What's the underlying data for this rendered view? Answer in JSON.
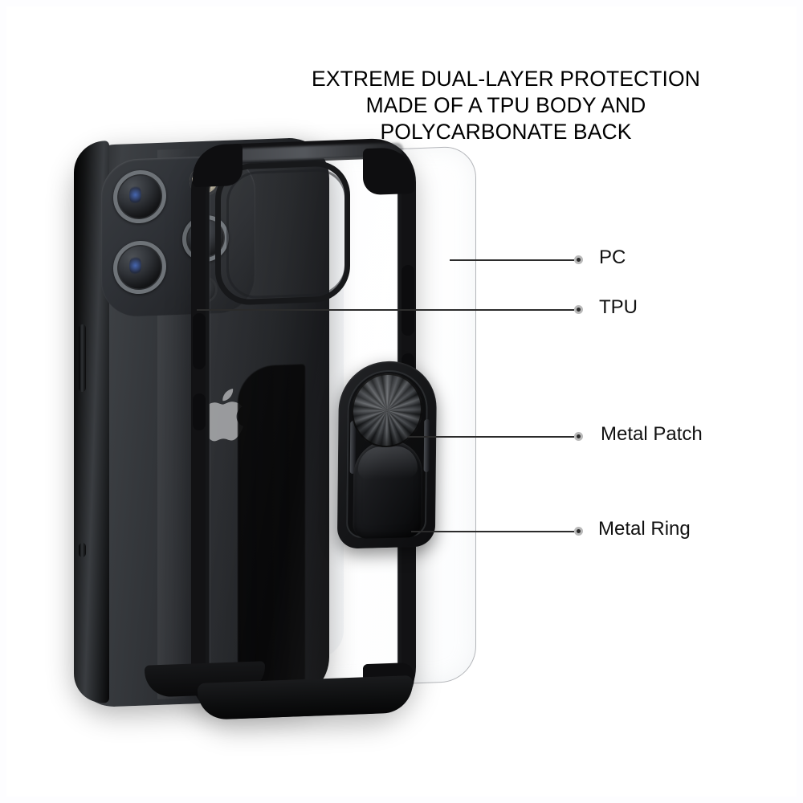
{
  "page": {
    "background_color": "#ffffff",
    "frame_color": "#fdfdff"
  },
  "heading": {
    "lines": [
      "EXTREME DUAL-LAYER PROTECTION",
      "MADE OF A TPU BODY AND",
      "POLYCARBONATE BACK"
    ],
    "color": "#000000",
    "align": "center",
    "case": "uppercase"
  },
  "callouts": [
    {
      "id": "pc",
      "label": "PC",
      "marker": "dot-marker",
      "line_color": "#2b2b2b",
      "dot_color": "#2b2b2b"
    },
    {
      "id": "tpu",
      "label": "TPU",
      "marker": "dot-marker",
      "line_color": "#2b2b2b",
      "dot_color": "#2b2b2b"
    },
    {
      "id": "metal-patch",
      "label": "Metal Patch",
      "marker": "dot-marker",
      "line_color": "#2b2b2b",
      "dot_color": "#2b2b2b"
    },
    {
      "id": "metal-ring",
      "label": "Metal Ring",
      "marker": "dot-marker",
      "line_color": "#2b2b2b",
      "dot_color": "#2b2b2b"
    }
  ],
  "product": {
    "type": "phone-case-exploded-view",
    "components": {
      "phone": "iphone-device-black",
      "pc_back_panel": "transparent-polycarbonate-back",
      "tpu_bumper": "black-tpu-bumper-frame",
      "ring_holder": "metal-ring-kickstand"
    },
    "camera": {
      "lens_count": 3,
      "has_flash": true,
      "has_lidar": true
    },
    "brand_mark": "apple-logo"
  }
}
